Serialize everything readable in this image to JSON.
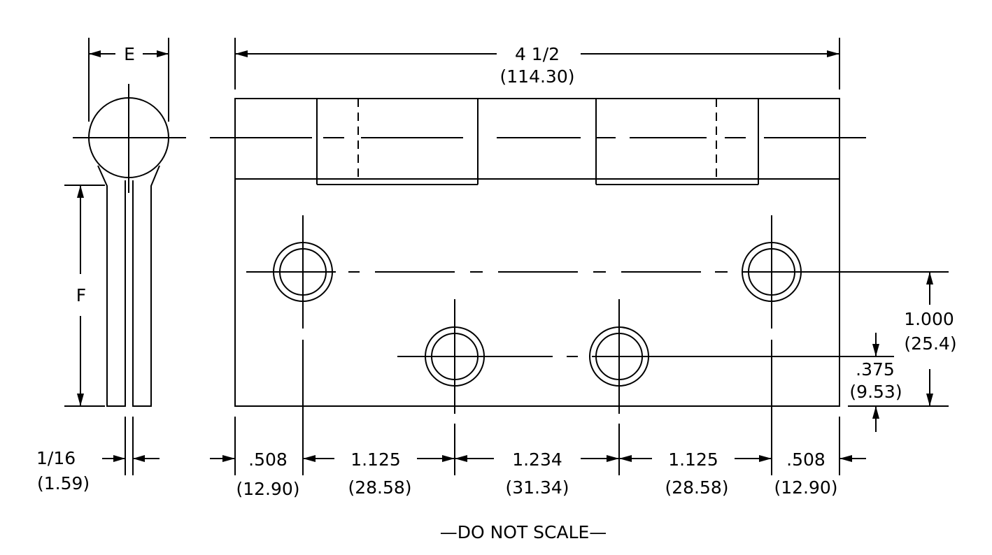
{
  "labels": {
    "overall_width": "4 1/2",
    "overall_width_mm": "(114.30)",
    "e_label": "E",
    "f_label": "F",
    "thickness": "1/16",
    "thickness_mm": "(1.59)",
    "hole_spacing_vertical": "1.000",
    "hole_spacing_vertical_mm": "(25.4)",
    "edge_offset_vertical": ".375",
    "edge_offset_vertical_mm": "(9.53)",
    "note": "—DO NOT SCALE—"
  },
  "dims_bottom": [
    {
      "value": ".508",
      "mm": "(12.90)"
    },
    {
      "value": "1.125",
      "mm": "(28.58)"
    },
    {
      "value": "1.234",
      "mm": "(31.34)"
    },
    {
      "value": "1.125",
      "mm": "(28.58)"
    },
    {
      "value": ".508",
      "mm": "(12.90)"
    }
  ]
}
